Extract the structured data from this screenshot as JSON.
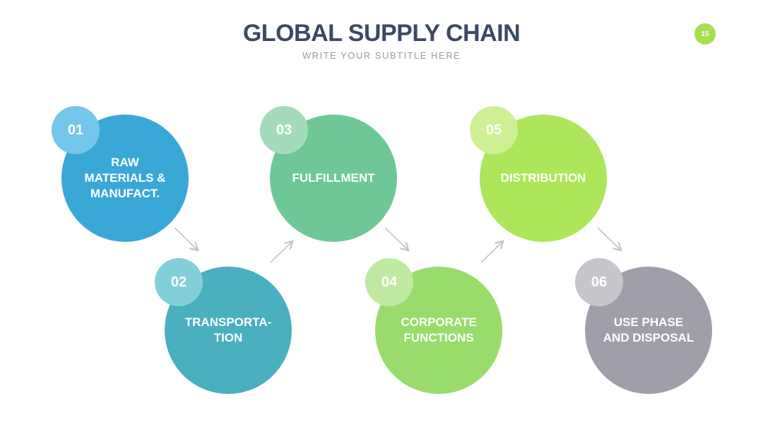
{
  "header": {
    "title": "GLOBAL SUPPLY CHAIN",
    "subtitle": "WRITE YOUR SUBTITLE HERE",
    "page_number": "15"
  },
  "steps": [
    {
      "number": "01",
      "label": "RAW\nMATERIALS &\nMANUFACT.",
      "color": "#3aa8d6",
      "badge_color": "#74c6ea"
    },
    {
      "number": "02",
      "label": "TRANSPORTA-\nTION",
      "color": "#4aafbf",
      "badge_color": "#82cfda"
    },
    {
      "number": "03",
      "label": "FULFILLMENT",
      "color": "#70c796",
      "badge_color": "#a4dcbb"
    },
    {
      "number": "04",
      "label": "CORPORATE\nFUNCTIONS",
      "color": "#99dc6c",
      "badge_color": "#c0e9a2"
    },
    {
      "number": "05",
      "label": "DISTRIBUTION",
      "color": "#ade65a",
      "badge_color": "#cdf095"
    },
    {
      "number": "06",
      "label": "USE PHASE\nAND DISPOSAL",
      "color": "#9f9ea9",
      "badge_color": "#c7c6cd"
    }
  ],
  "colors": {
    "title": "#3b4a63",
    "subtitle": "#9a9a9a",
    "arrow": "#c4c4c4",
    "badge": "#a6e04f"
  }
}
